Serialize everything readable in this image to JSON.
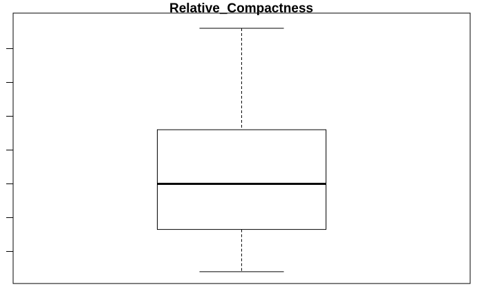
{
  "chart_data": {
    "type": "boxplot",
    "title": "Relative_Compactness",
    "xlabel": "",
    "ylabel": "",
    "ylim": [
      0.6025,
      1.0025
    ],
    "y_ticks": [
      0.65,
      0.7,
      0.75,
      0.8,
      0.85,
      0.9,
      0.95
    ],
    "y_tick_labels_visible": false,
    "grid": false,
    "box": {
      "whisker_low": 0.62,
      "q1": 0.6825,
      "median": 0.75,
      "q3": 0.83,
      "whisker_high": 0.98
    },
    "colors": {
      "line": "#000000",
      "box_fill": "#ffffff"
    }
  }
}
